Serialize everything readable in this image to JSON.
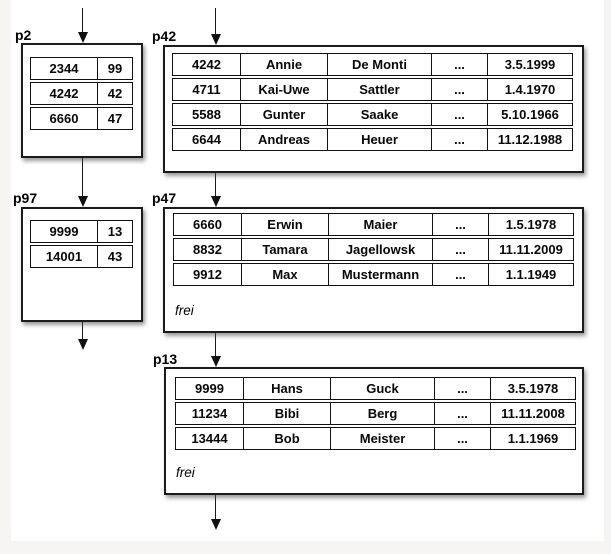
{
  "colors": {
    "page_background": "#ffffff",
    "margin_background": "#f6f5f3",
    "line": "#1a1a1a",
    "text": "#070707"
  },
  "pages": {
    "p2": {
      "label": "p2",
      "rows": [
        [
          "2344",
          "99"
        ],
        [
          "4242",
          "42"
        ],
        [
          "6660",
          "47"
        ]
      ]
    },
    "p42": {
      "label": "p42",
      "rows": [
        [
          "4242",
          "Annie",
          "De Monti",
          "...",
          "3.5.1999"
        ],
        [
          "4711",
          "Kai-Uwe",
          "Sattler",
          "...",
          "1.4.1970"
        ],
        [
          "5588",
          "Gunter",
          "Saake",
          "...",
          "5.10.1966"
        ],
        [
          "6644",
          "Andreas",
          "Heuer",
          "...",
          "11.12.1988"
        ]
      ]
    },
    "p97": {
      "label": "p97",
      "rows": [
        [
          "9999",
          "13"
        ],
        [
          "14001",
          "43"
        ]
      ]
    },
    "p47": {
      "label": "p47",
      "free_label": "frei",
      "rows": [
        [
          "6660",
          "Erwin",
          "Maier",
          "...",
          "1.5.1978"
        ],
        [
          "8832",
          "Tamara",
          "Jagellowsk",
          "...",
          "11.11.2009"
        ],
        [
          "9912",
          "Max",
          "Mustermann",
          "...",
          "1.1.1949"
        ]
      ]
    },
    "p13": {
      "label": "p13",
      "free_label": "frei",
      "rows": [
        [
          "9999",
          "Hans",
          "Guck",
          "...",
          "3.5.1978"
        ],
        [
          "11234",
          "Bibi",
          "Berg",
          "...",
          "11.11.2008"
        ],
        [
          "13444",
          "Bob",
          "Meister",
          "...",
          "1.1.1969"
        ]
      ]
    }
  }
}
